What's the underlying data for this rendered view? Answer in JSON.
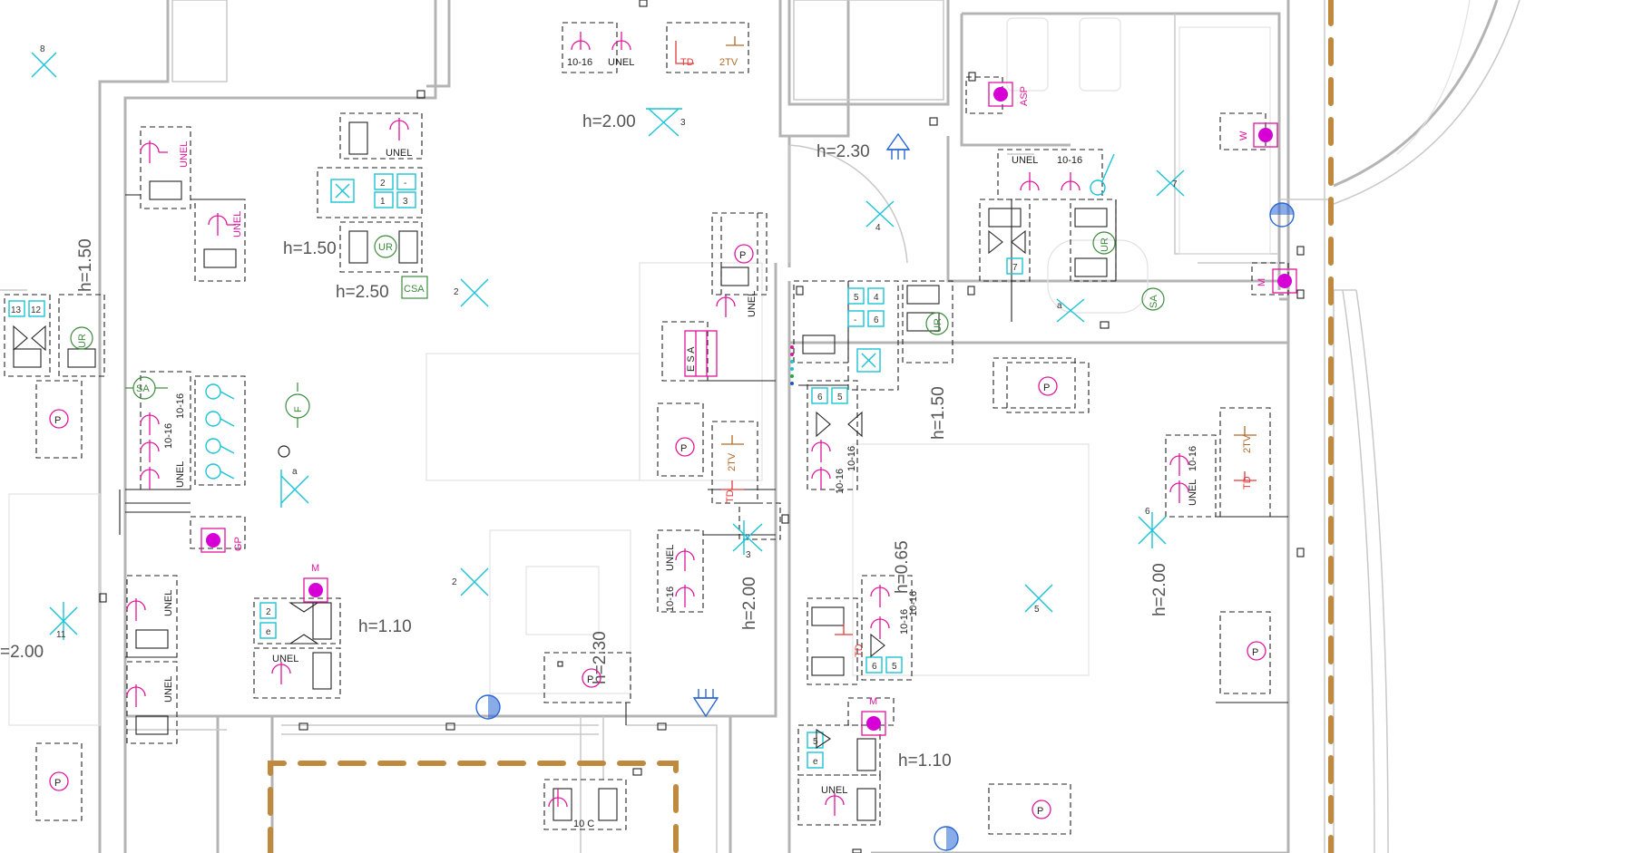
{
  "labels": {
    "unel": "UNEL",
    "s1016": "10-16",
    "ur": "UR",
    "p": "P",
    "sa": "SA",
    "td": "TD",
    "tv2": "2TV",
    "csa": "CSA",
    "asp": "ASP",
    "m": "M",
    "gp": "GP",
    "f": "F",
    "c10": "10 C",
    "esa": "E S A",
    "a": "a",
    "e": "e",
    "w": "W"
  },
  "heights": {
    "h200": "h=2.00",
    "h230": "h=2.30",
    "h150": "h=1.50",
    "h250": "h=2.50",
    "h110": "h=1.10",
    "h065": "h=0.65",
    "h200_partial": "=2.00"
  },
  "points": {
    "n2": "2",
    "n3": "3",
    "n4": "4",
    "n5": "5",
    "n6": "6",
    "n7": "7",
    "n8": "8",
    "n11": "11",
    "n1": "1",
    "n12": "12",
    "n13": "13",
    "dash": "-"
  },
  "colors": {
    "magenta": "#e0159c",
    "cyan": "#19c4d6",
    "orange": "#c08a3e",
    "green": "#3d8a3d",
    "red": "#e03a3a",
    "brown": "#b06a2a",
    "blue": "#2866d6"
  }
}
